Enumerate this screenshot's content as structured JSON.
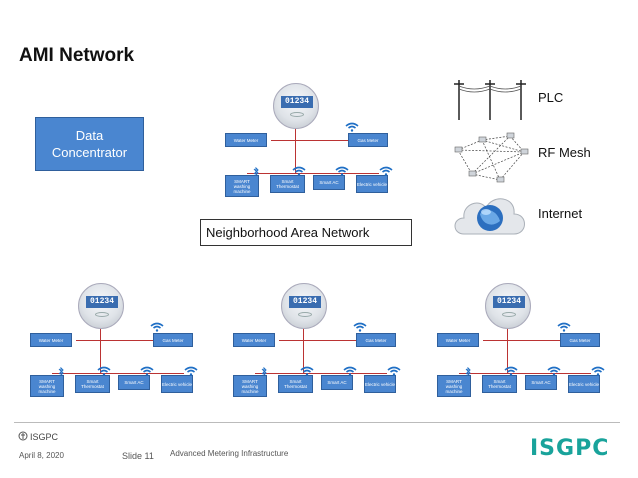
{
  "slide": {
    "title": "AMI Network",
    "concentrator_line1": "Data",
    "concentrator_line2": "Concentrator",
    "nan_label": "Neighborhood Area Network",
    "legend": {
      "plc": "PLC",
      "rf_mesh": "RF Mesh",
      "internet": "Internet"
    }
  },
  "cluster": {
    "meter_display": "01234",
    "water_meter": "Water Meter",
    "gas_meter": "Gas Meter",
    "washing": "SMART washing machine",
    "thermostat": "Smart Thermostat",
    "ac": "Smart AC",
    "ev": "Electric vehicle"
  },
  "footer": {
    "org": "ISGPC",
    "date": "April 8, 2020",
    "slide_num": "Slide 11",
    "subject": "Advanced Metering Infrastructure",
    "logo_text": "ISGPC"
  },
  "colors": {
    "box_blue": "#4a86d0",
    "line_red": "#b33",
    "wifi_blue": "#1f6fc5",
    "logo_teal": "#19a39b"
  }
}
